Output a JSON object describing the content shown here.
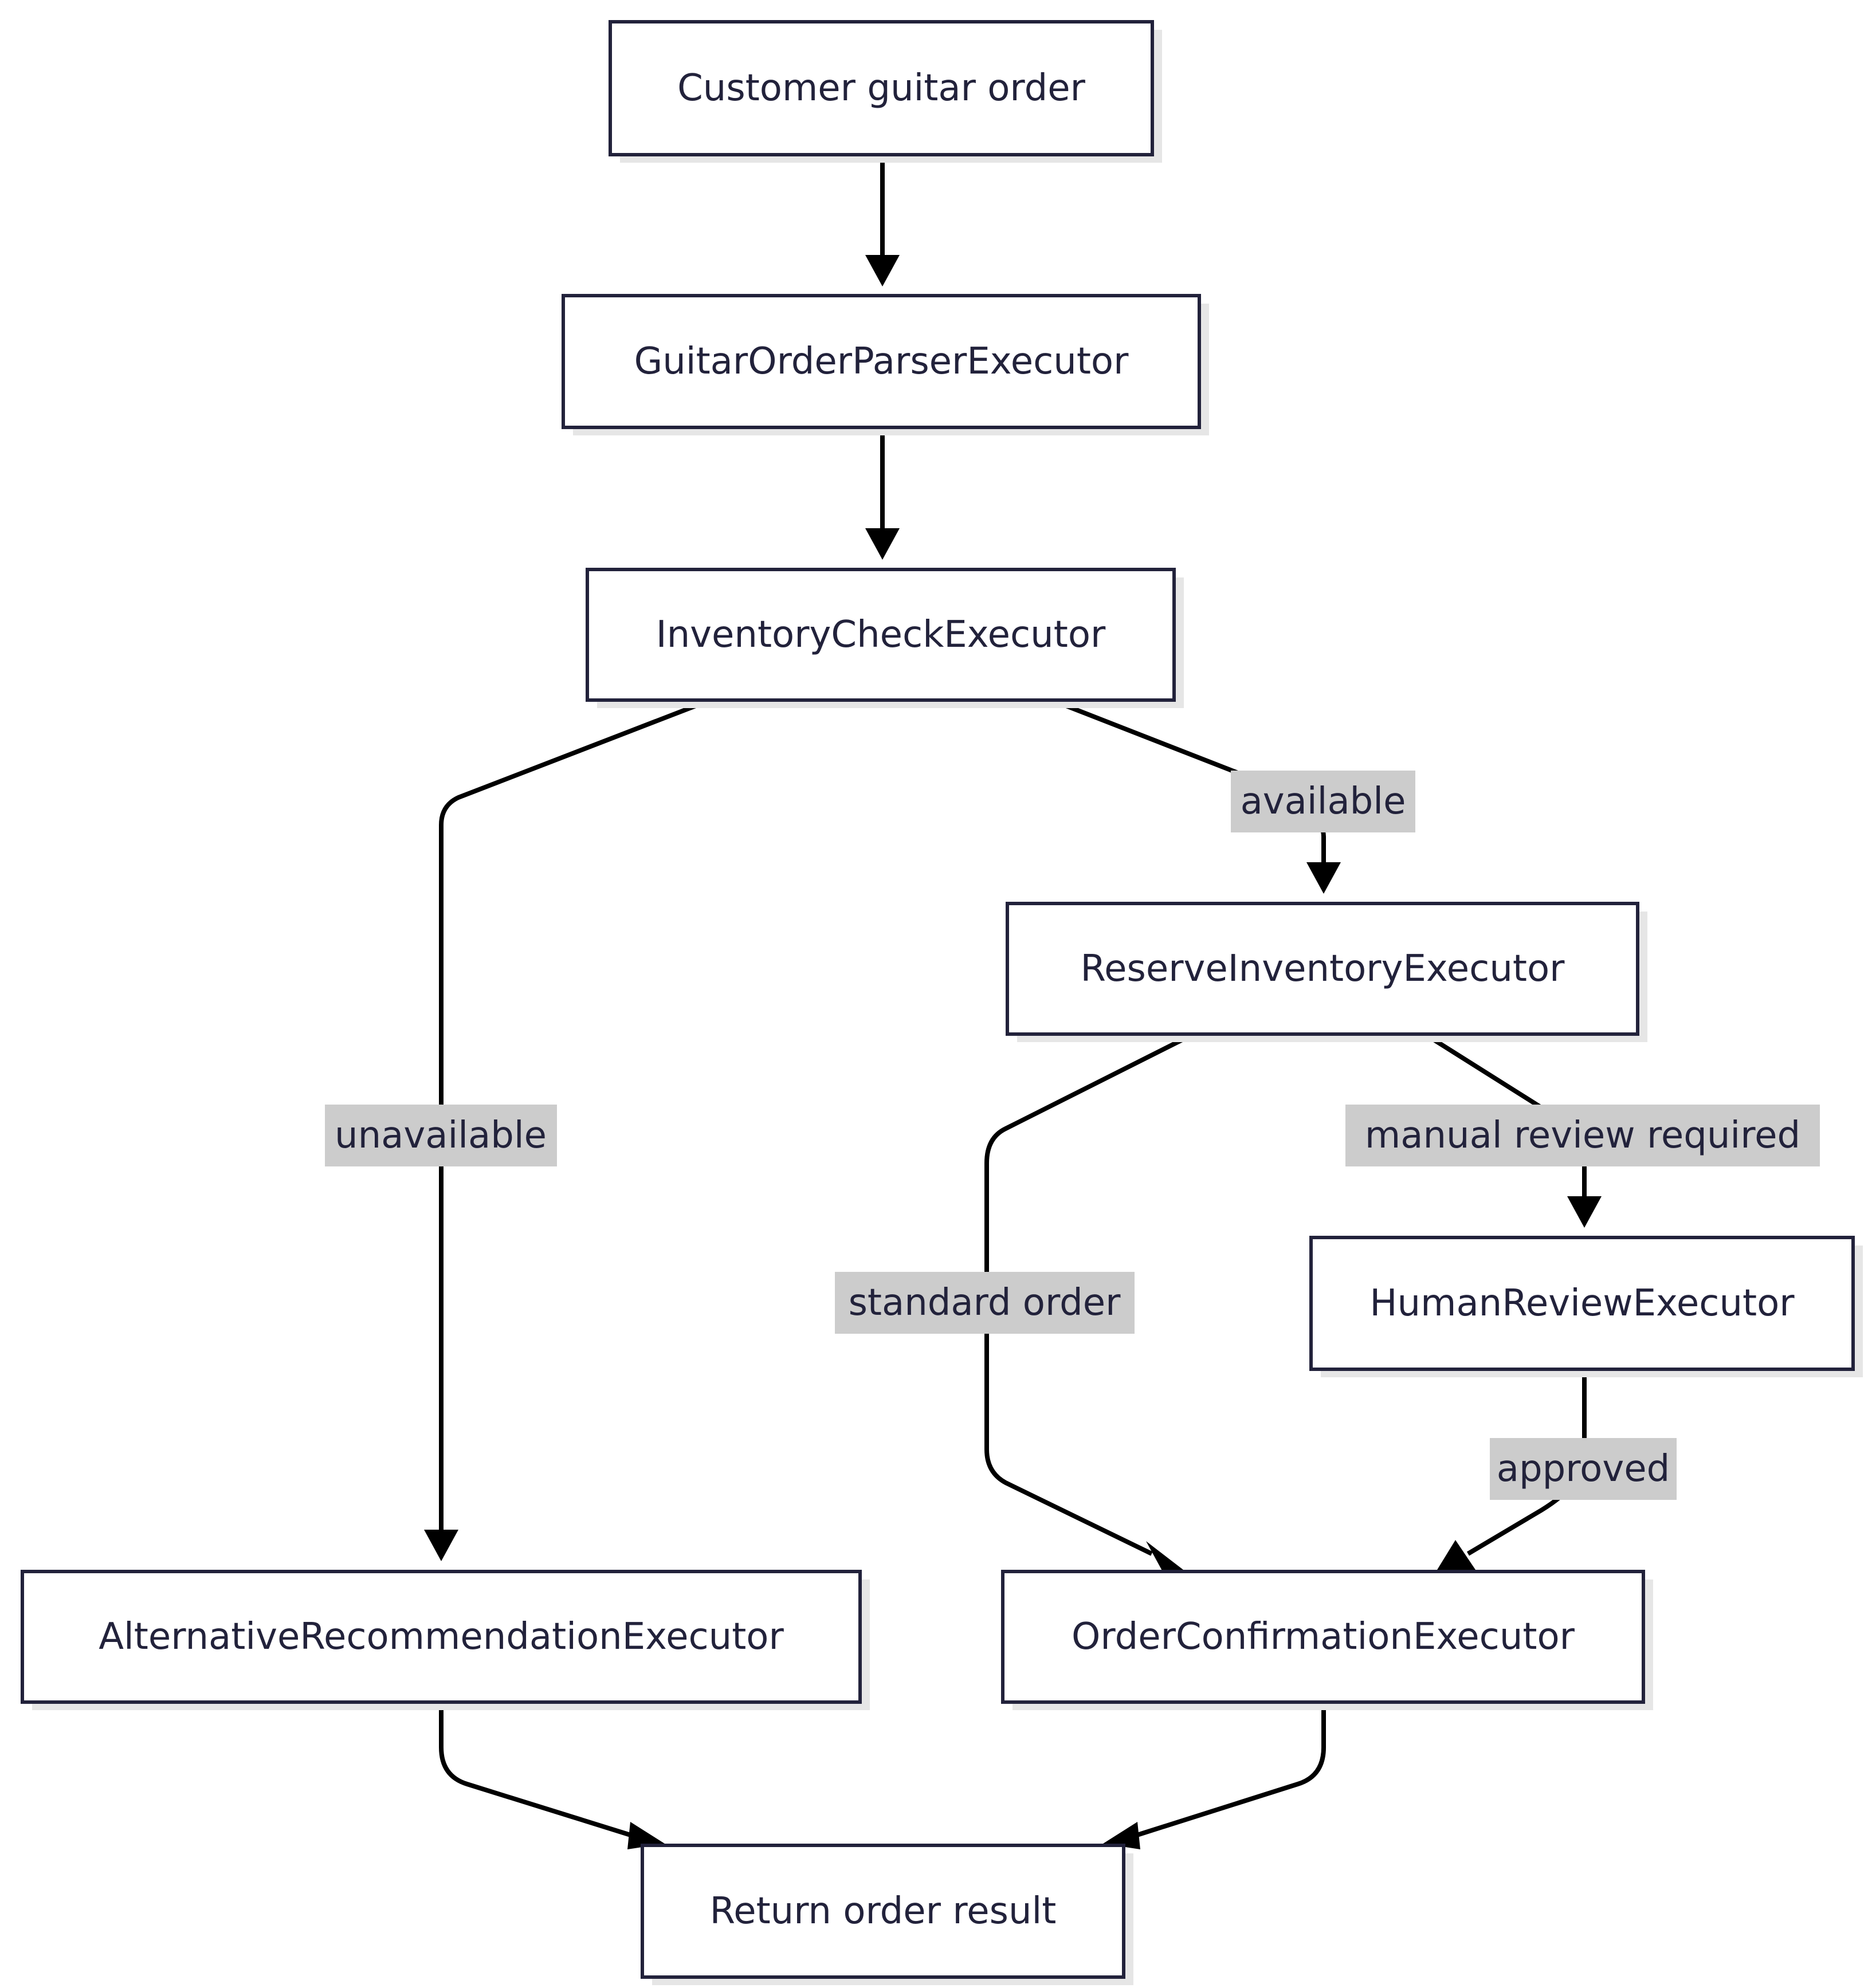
{
  "nodes": {
    "customer_order": "Customer guitar order",
    "parser": "GuitarOrderParserExecutor",
    "inventory_check": "InventoryCheckExecutor",
    "reserve_inventory": "ReserveInventoryExecutor",
    "human_review": "HumanReviewExecutor",
    "alternative_recommendation": "AlternativeRecommendationExecutor",
    "order_confirmation": "OrderConfirmationExecutor",
    "return_result": "Return order result"
  },
  "edges": {
    "available": "available",
    "unavailable": "unavailable",
    "manual_review_required": "manual review required",
    "standard_order": "standard order",
    "approved": "approved"
  },
  "colors": {
    "node_border": "#22223b",
    "text": "#22223b",
    "edge": "#000000",
    "label_background": "#cccccc",
    "shadow": "#e6e6e6"
  }
}
